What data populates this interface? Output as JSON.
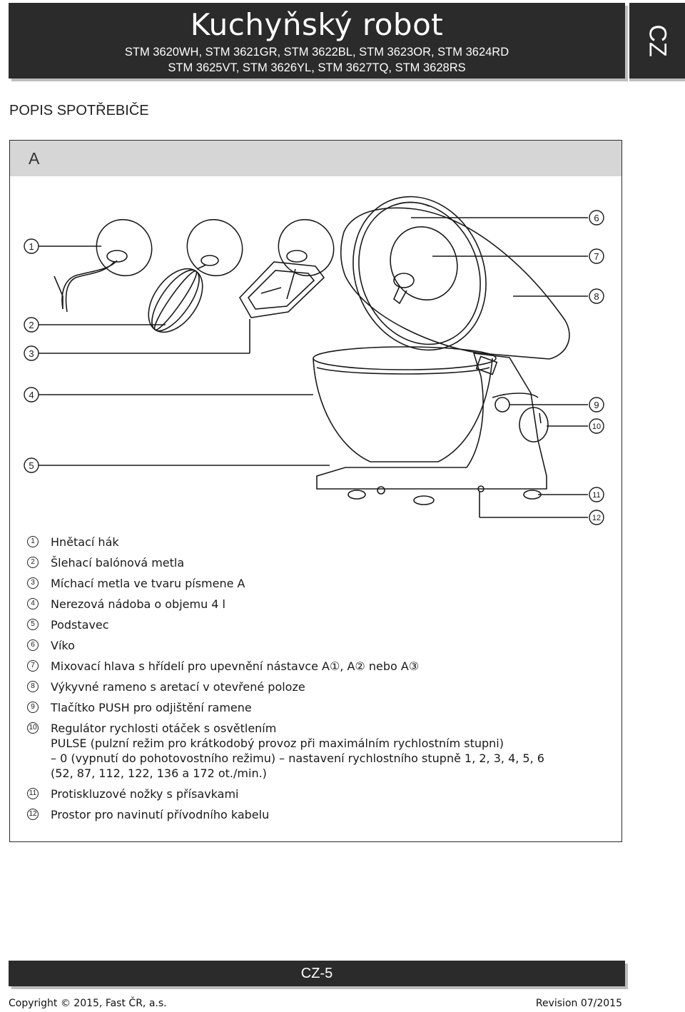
{
  "header": {
    "title": "Kuchyňský robot",
    "models_line1": "STM 3620WH, STM 3621GR, STM 3622BL, STM 3623OR, STM 3624RD",
    "models_line2": "STM 3625VT, STM 3626YL, STM 3627TQ, STM 3628RS",
    "lang": "CZ"
  },
  "section_title": "POPIS SPOTŘEBIČE",
  "figure_label": "A",
  "callouts": [
    "1",
    "2",
    "3",
    "4",
    "5",
    "6",
    "7",
    "8",
    "9",
    "10",
    "11",
    "12"
  ],
  "legend": [
    {
      "num": "1",
      "text": "Hnětací hák"
    },
    {
      "num": "2",
      "text": "Šlehací balónová metla"
    },
    {
      "num": "3",
      "text": "Míchací metla ve tvaru písmene A"
    },
    {
      "num": "4",
      "text": "Nerezová nádoba o objemu 4 l"
    },
    {
      "num": "5",
      "text": "Podstavec"
    },
    {
      "num": "6",
      "text": "Víko"
    },
    {
      "num": "7",
      "text": "Mixovací hlava s hřídelí pro upevnění nástavce A①, A② nebo A③"
    },
    {
      "num": "8",
      "text": "Výkyvné rameno s aretací v otevřené poloze"
    },
    {
      "num": "9",
      "text": "Tlačítko PUSH pro odjištění ramene"
    },
    {
      "num": "10",
      "text": "Regulátor rychlosti otáček s osvětlením",
      "sub1": "PULSE (pulzní režim pro krátkodobý provoz při maximálním rychlostním stupni)",
      "sub2": "– 0 (vypnutí do pohotovostního režimu) – nastavení rychlostního stupně 1, 2, 3, 4, 5, 6",
      "sub3": "(52, 87, 112, 122, 136 a 172 ot./min.)"
    },
    {
      "num": "11",
      "text": "Protiskluzové nožky s přísavkami"
    },
    {
      "num": "12",
      "text": "Prostor pro navinutí přívodního kabelu"
    }
  ],
  "footer": {
    "page": "CZ-5",
    "copyright": "Copyright © 2015, Fast ČR, a.s.",
    "revision": "Revision 07/2015"
  }
}
